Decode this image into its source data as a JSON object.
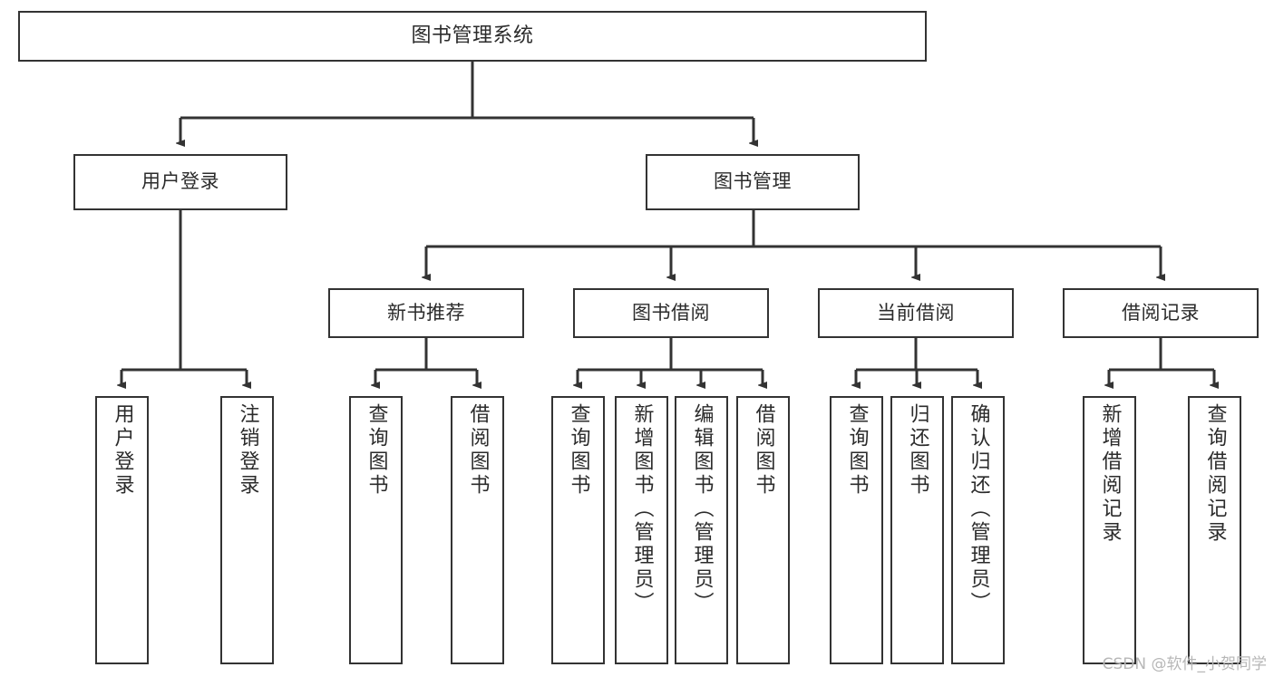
{
  "diagram": {
    "title": "图书管理系统",
    "watermark": "CSDN @软件_小贺同学",
    "line_color": "#333333",
    "box_border_color": "#333333",
    "box_fill_color": "#ffffff",
    "text_color": "#2b2b2b"
  },
  "nodes": {
    "root": {
      "label": "图书管理系统"
    },
    "level2": [
      {
        "label": "用户登录"
      },
      {
        "label": "图书管理"
      }
    ],
    "level3": [
      {
        "label": "新书推荐"
      },
      {
        "label": "图书借阅"
      },
      {
        "label": "当前借阅"
      },
      {
        "label": "借阅记录"
      }
    ],
    "leaves": {
      "user_login": [
        {
          "label": "用户登录"
        },
        {
          "label": "注销登录"
        }
      ],
      "new_book_recommend": [
        {
          "label": "查询图书"
        },
        {
          "label": "借阅图书"
        }
      ],
      "book_borrow": [
        {
          "label": "查询图书"
        },
        {
          "label": "新增图书（管理员）"
        },
        {
          "label": "编辑图书（管理员）"
        },
        {
          "label": "借阅图书"
        }
      ],
      "current_borrow": [
        {
          "label": "查询图书"
        },
        {
          "label": "归还图书"
        },
        {
          "label": "确认归还（管理员）"
        }
      ],
      "borrow_record": [
        {
          "label": "新增借阅记录"
        },
        {
          "label": "查询借阅记录"
        }
      ]
    }
  }
}
